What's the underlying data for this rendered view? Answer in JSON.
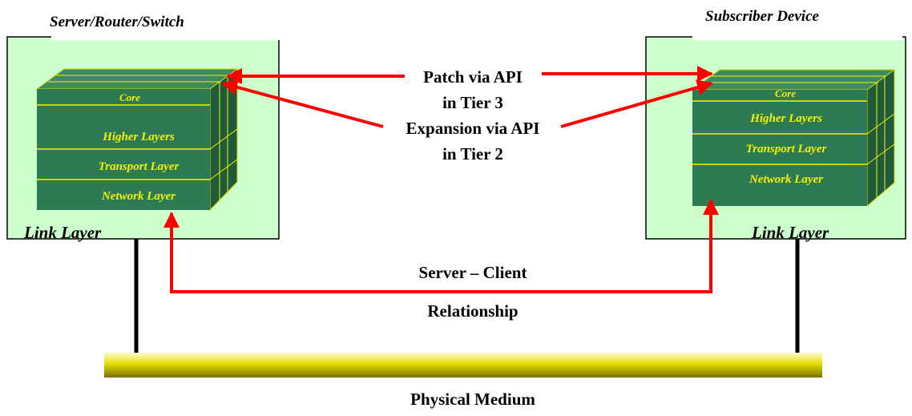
{
  "left_device": {
    "title": "Server/Router/Switch",
    "link_layer": "Link Layer",
    "layers": [
      "Core",
      "Higher Layers",
      "Transport Layer",
      "Network Layer"
    ]
  },
  "right_device": {
    "title": "Subscriber Device",
    "link_layer": "Link Layer",
    "layers": [
      "Core",
      "Higher Layers",
      "Transport Layer",
      "Network Layer"
    ]
  },
  "api_labels": [
    "Patch via API",
    "in Tier 3",
    "Expansion via API",
    "in Tier 2"
  ],
  "relationship_labels": [
    "Server – Client",
    "Relationship"
  ],
  "medium_label": "Physical Medium",
  "colors": {
    "panel": "#ccffcc",
    "block_front": "#2e7a55",
    "block_side": "#1e5a3c",
    "block_top": "#3e8a62",
    "layer_text": "#f2f200",
    "arrow": "#ff0000",
    "medium_gradient": [
      "#f7f7c0",
      "#e8e000",
      "#7a7000"
    ]
  }
}
